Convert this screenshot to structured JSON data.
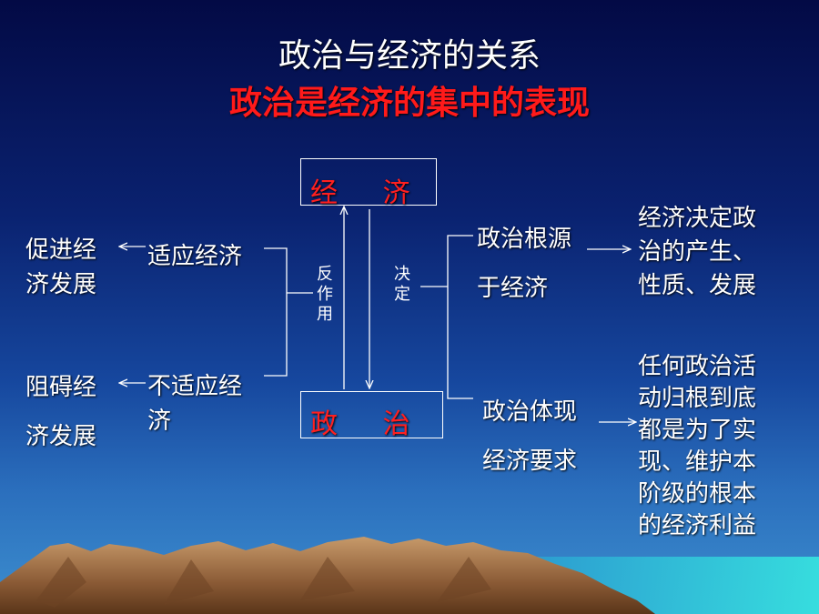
{
  "title": "政治与经济的关系",
  "subtitle": "政治是经济的集中的表现",
  "boxes": {
    "economy": "经 济",
    "politics": "政 治"
  },
  "vertical": {
    "reaction": "反作用",
    "determine": "决定"
  },
  "left": {
    "adapt": "适应经济",
    "promote": "促进经济发展",
    "not_adapt": "不适应经济",
    "hinder": "阻碍经济发展"
  },
  "right": {
    "root": "政治根源于经济",
    "decide": "经济决定政治的产生、性质、发展",
    "reflect": "政治体现经济要求",
    "interest": "任何政治活动归根到底都是为了实现、维护本阶级的根本的经济利益"
  },
  "colors": {
    "title_red": "#ff1a1a",
    "box_text": "#ff2020",
    "line": "#ffffff"
  }
}
